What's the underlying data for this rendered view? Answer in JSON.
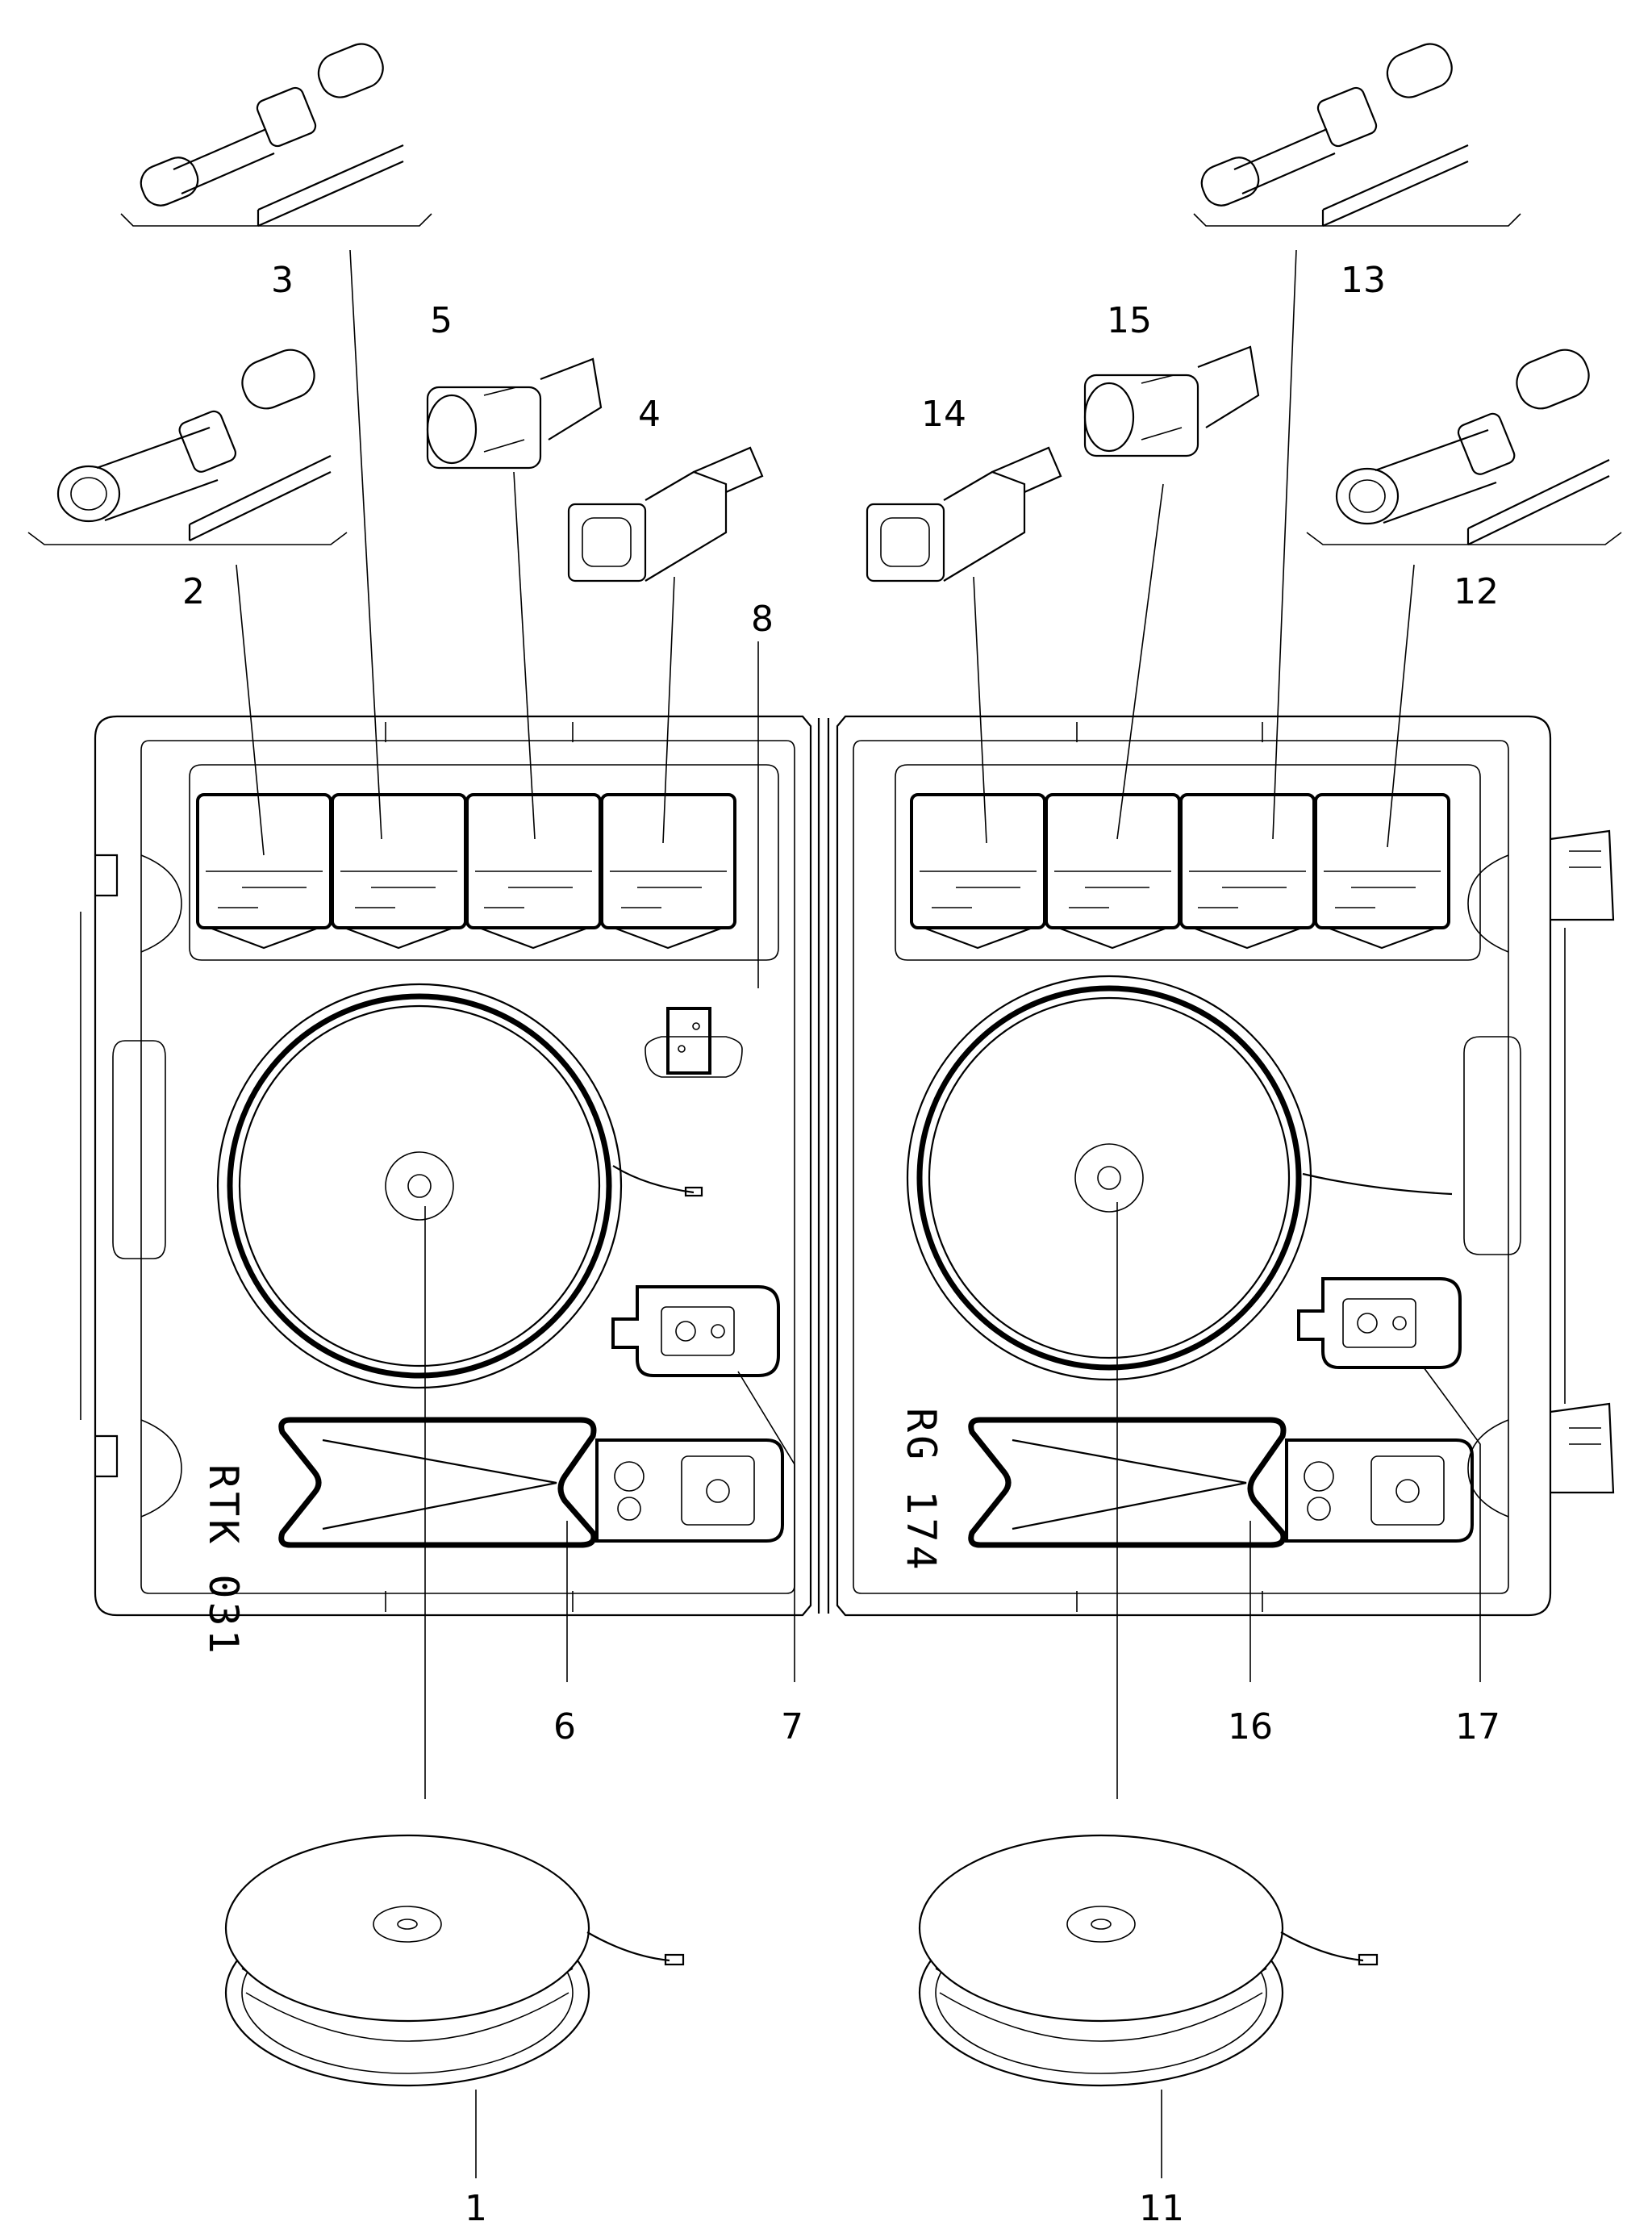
{
  "callouts": {
    "c1": "1",
    "c2": "2",
    "c3": "3",
    "c4": "4",
    "c5": "5",
    "c6": "6",
    "c7": "7",
    "c8": "8",
    "c11": "11",
    "c12": "12",
    "c13": "13",
    "c14": "14",
    "c15": "15",
    "c16": "16",
    "c17": "17"
  },
  "case_labels": {
    "left": "RTK 031",
    "right": "RG 174"
  }
}
